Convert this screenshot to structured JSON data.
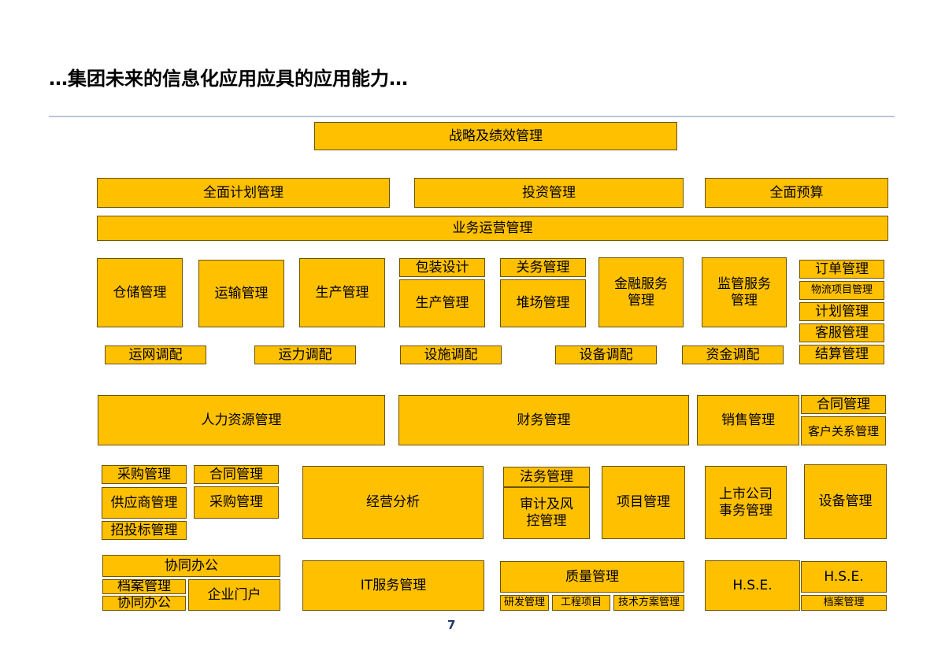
{
  "slide": {
    "title": "…集团未来的信息化应用应具的应用能力…",
    "page_number": "7"
  },
  "colors": {
    "box_fill": "#ffc000",
    "box_border": "#6b5200",
    "rule": "#b9c7d8"
  },
  "boxes": {
    "strategy": "战略及绩效管理",
    "overall_plan": "全面计划管理",
    "investment": "投资管理",
    "overall_budget": "全面预算",
    "business_ops": "业务运营管理",
    "warehouse": "仓储管理",
    "transport": "运输管理",
    "production1": "生产管理",
    "packaging": "包装设计",
    "production2": "生产管理",
    "customs": "关务管理",
    "yard": "堆场管理",
    "finance_service": "金融服务\n管理",
    "supervision_service": "监管服务\n管理",
    "order": "订单管理",
    "logistics_project": "物流项目管理",
    "plan": "计划管理",
    "customer_service": "客服管理",
    "settlement": "结算管理",
    "network_dispatch": "运网调配",
    "capacity_dispatch": "运力调配",
    "facility_dispatch": "设施调配",
    "equipment_dispatch": "设备调配",
    "fund_dispatch": "资金调配",
    "hr": "人力资源管理",
    "financial": "财务管理",
    "sales": "销售管理",
    "contract1": "合同管理",
    "crm": "客户关系管理",
    "purchase1": "采购管理",
    "contract2": "合同管理",
    "supplier": "供应商管理",
    "purchase2": "采购管理",
    "bidding": "招投标管理",
    "operation_analysis": "经营分析",
    "legal": "法务管理",
    "audit_risk": "审计及风\n控管理",
    "project": "项目管理",
    "listed_company": "上市公司\n事务管理",
    "equipment": "设备管理",
    "collab_office1": "协同办公",
    "archive1": "档案管理",
    "collab_office2": "协同办公",
    "portal": "企业门户",
    "it_service": "IT服务管理",
    "quality": "质量管理",
    "rnd": "研发管理",
    "engineering": "工程项目",
    "tech_solution": "技术方案管理",
    "hse1": "H.S.E.",
    "hse2": "H.S.E.",
    "archive2": "档案管理"
  }
}
